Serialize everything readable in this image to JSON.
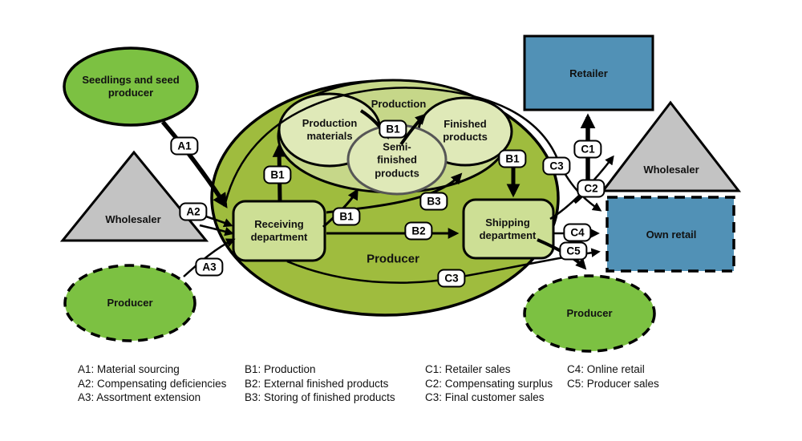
{
  "diagram_title": "Producer supply chain flow diagram",
  "nodes": {
    "seedlings": {
      "label": "Seedlings and seed producer",
      "shape": "ellipse",
      "fill": "#7cc142"
    },
    "wholesaler_left": {
      "label": "Wholesaler",
      "shape": "triangle",
      "fill": "#c3c3c3"
    },
    "producer_left": {
      "label": "Producer",
      "shape": "dashed-ellipse",
      "fill": "#7cc142"
    },
    "producer_main": {
      "label": "Producer",
      "shape": "ellipse",
      "fill": "#9fbc3e"
    },
    "production": {
      "label": "Production",
      "shape": "ellipse",
      "fill": "#c6d789"
    },
    "production_materials": {
      "label": "Production materials",
      "shape": "ellipse",
      "fill": "#dfe9b8"
    },
    "finished_products": {
      "label": "Finished products",
      "shape": "ellipse",
      "fill": "#dfe9b8"
    },
    "semi_finished": {
      "label": "Semi-finished products",
      "shape": "ellipse",
      "fill": "#dfe9b8"
    },
    "receiving": {
      "label": "Receiving department",
      "shape": "rounded-rect",
      "fill": "#cddf95"
    },
    "shipping": {
      "label": "Shipping department",
      "shape": "rounded-rect",
      "fill": "#cddf95"
    },
    "retailer": {
      "label": "Retailer",
      "shape": "rect",
      "fill": "#5191b6"
    },
    "wholesaler_right": {
      "label": "Wholesaler",
      "shape": "triangle",
      "fill": "#c3c3c3"
    },
    "own_retail": {
      "label": "Own retail",
      "shape": "dashed-rect",
      "fill": "#5191b6"
    },
    "producer_right": {
      "label": "Producer",
      "shape": "dashed-ellipse",
      "fill": "#7cc142"
    }
  },
  "badges": {
    "a1": "A1",
    "a2": "A2",
    "a3": "A3",
    "b1_left": "B1",
    "b1_center": "B1",
    "b1_mid": "B1",
    "b1_right": "B1",
    "b2": "B2",
    "b3": "B3",
    "c1": "C1",
    "c2": "C2",
    "c3_top": "C3",
    "c3_bottom": "C3",
    "c4": "C4",
    "c5": "C5"
  },
  "legend": {
    "col1": [
      "A1: Material sourcing",
      "A2: Compensating deficiencies",
      "A3: Assortment extension"
    ],
    "col2": [
      "B1: Production",
      "B2: External finished products",
      "B3: Storing of finished products"
    ],
    "col3": [
      "C1: Retailer sales",
      "C2: Compensating surplus",
      "C3: Final customer sales"
    ],
    "col4": [
      "C4: Online retail",
      "C5: Producer sales"
    ]
  },
  "colors": {
    "bright_green": "#7cc142",
    "olive_green": "#9fbc3e",
    "production_green": "#c6d789",
    "inner_green": "#dfe9b8",
    "department_green": "#cddf95",
    "blue": "#5191b6",
    "gray": "#c3c3c3",
    "line": "#000000"
  }
}
